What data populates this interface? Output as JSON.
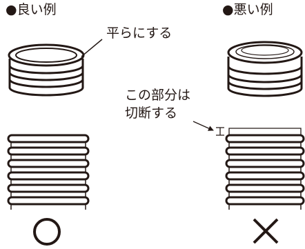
{
  "labels": {
    "good_example": "●良い例",
    "bad_example": "●悪い例",
    "flatten_note": "平らにする",
    "cut_note_line1": "この部分は",
    "cut_note_line2": "切断する"
  },
  "marks": {
    "good_mark": "circle",
    "bad_mark": "cross"
  },
  "colors": {
    "ink": "#231815",
    "background": "#ffffff"
  }
}
